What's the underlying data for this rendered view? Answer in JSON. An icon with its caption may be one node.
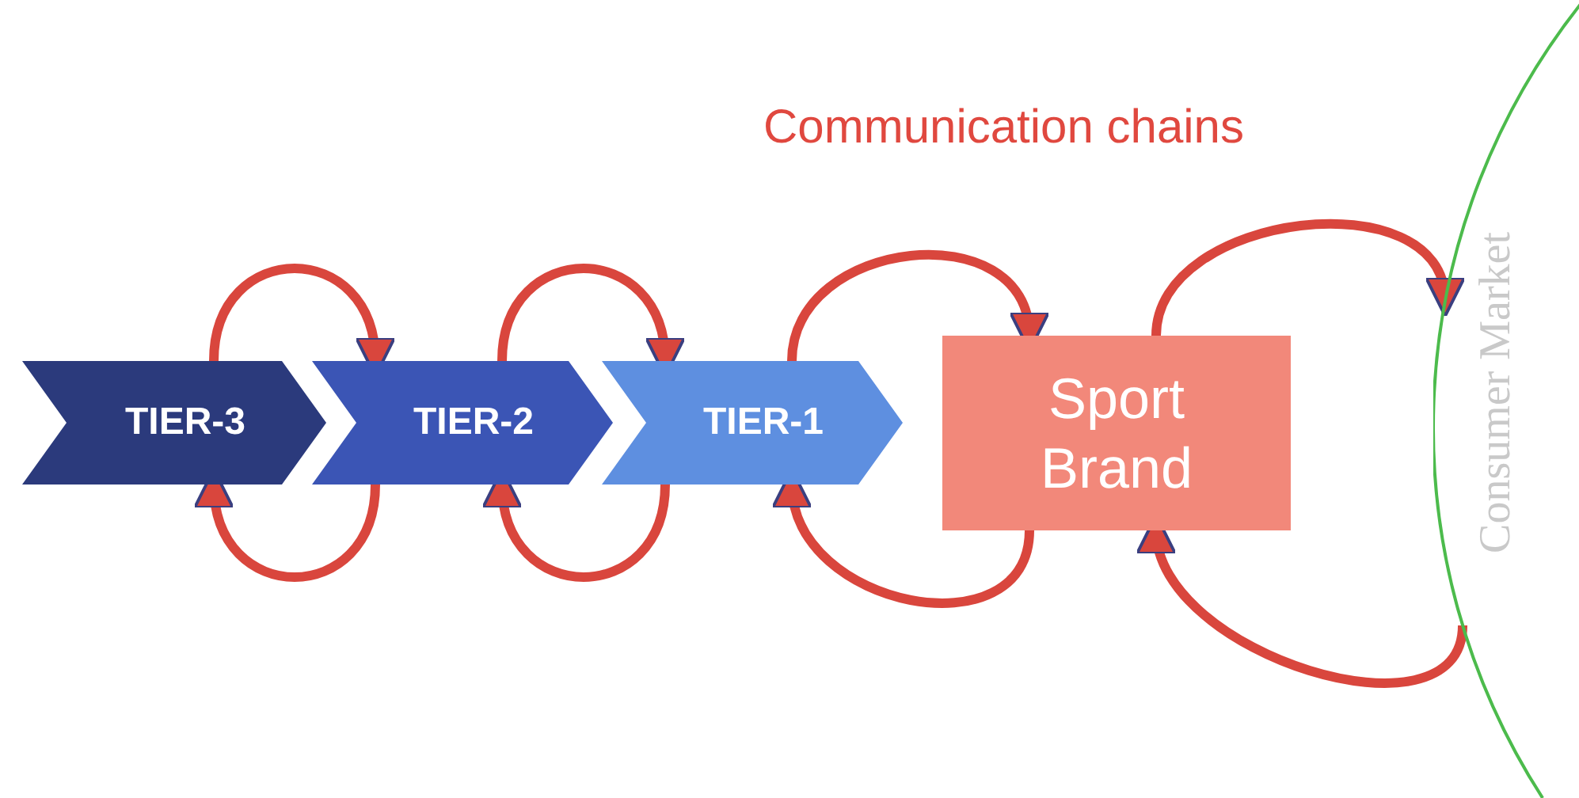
{
  "diagram": {
    "title": "Communication chains",
    "nodes": [
      {
        "text": [
          "TIER-3"
        ]
      },
      {
        "text": [
          "TIER-2"
        ]
      },
      {
        "text": [
          "TIER-1"
        ]
      },
      {
        "text": [
          "Sport Brand"
        ]
      },
      {
        "text": [
          "Consumer Market"
        ]
      }
    ],
    "edges": [
      {
        "from": 0,
        "to": 1,
        "arrow": "to"
      },
      {
        "from": 1,
        "to": 2,
        "arrow": "to"
      },
      {
        "from": 2,
        "to": 3,
        "arrow": "to"
      },
      {
        "from": 3,
        "to": 4,
        "arrow": "to"
      },
      {
        "from": 1,
        "to": 0,
        "arrow": "to"
      },
      {
        "from": 2,
        "to": 1,
        "arrow": "to"
      },
      {
        "from": 3,
        "to": 2,
        "arrow": "to"
      },
      {
        "from": 4,
        "to": 3,
        "arrow": "to"
      }
    ]
  }
}
